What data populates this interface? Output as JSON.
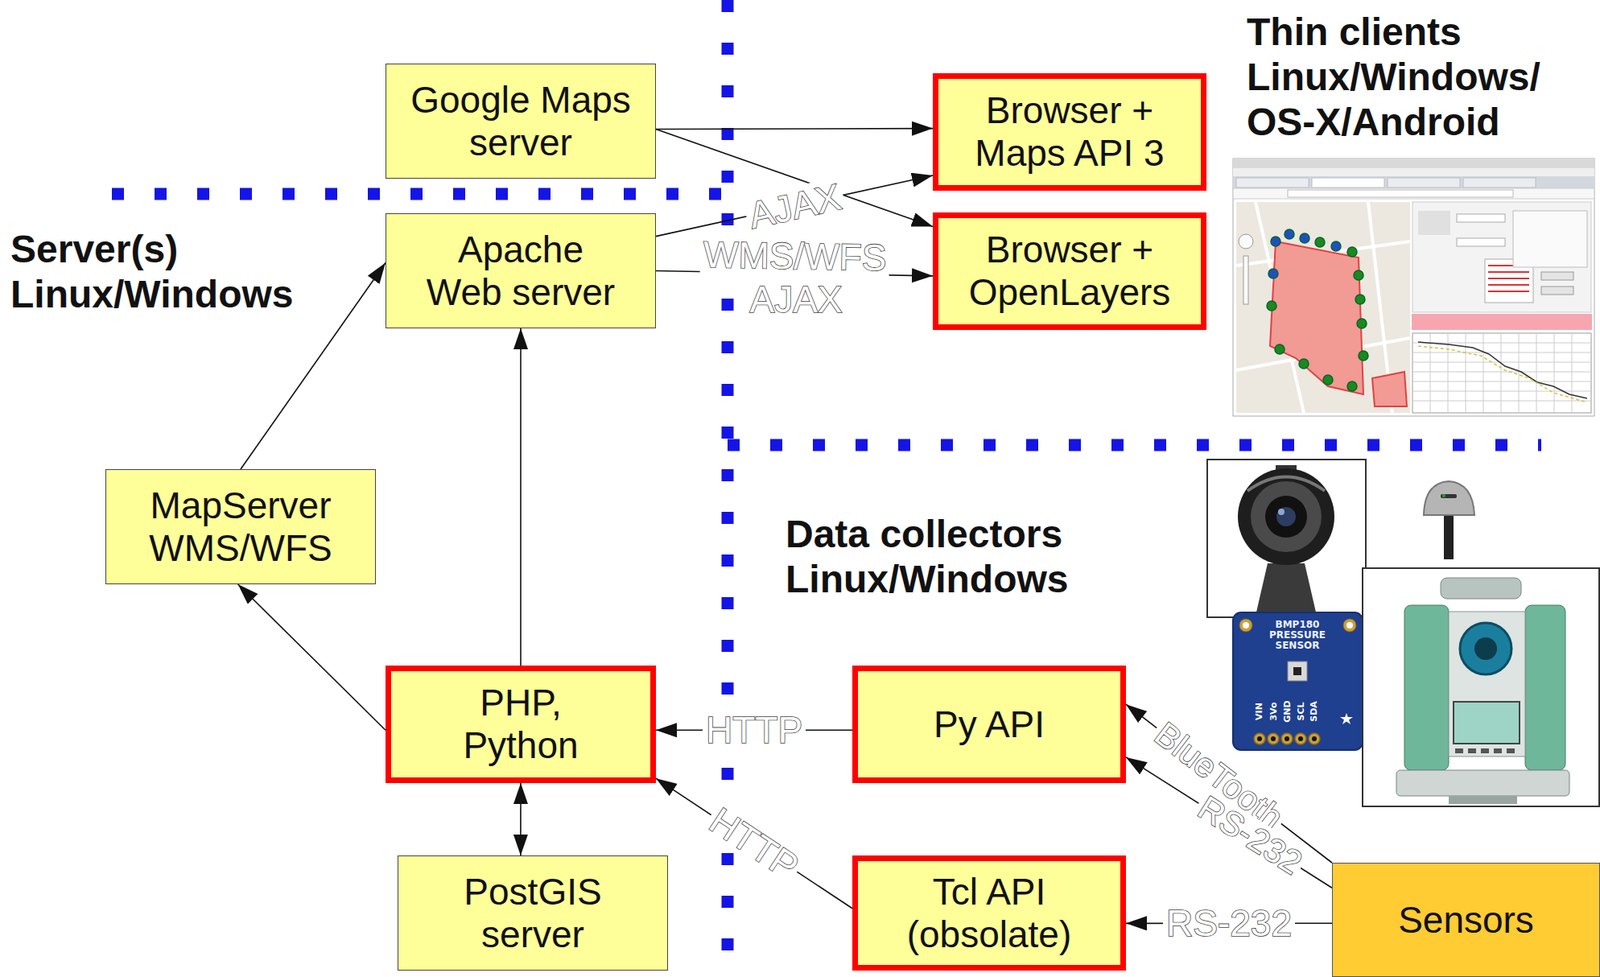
{
  "diagram": {
    "nodes": [
      {
        "text": [
          "Google Maps server"
        ]
      },
      {
        "text": [
          "Browser + Maps API 3"
        ]
      },
      {
        "text": [
          "Apache Web server"
        ]
      },
      {
        "text": [
          "Browser + OpenLayers"
        ]
      },
      {
        "text": [
          "MapServer WMS/WFS"
        ]
      },
      {
        "text": [
          "PHP, Python"
        ]
      },
      {
        "text": [
          "Py API"
        ]
      },
      {
        "text": [
          "PostGIS server"
        ]
      },
      {
        "text": [
          "Tcl API (obsolate)"
        ]
      },
      {
        "text": [
          "Sensors"
        ]
      }
    ],
    "edges": [
      {
        "from": 0,
        "to": 1,
        "arrow": "to"
      },
      {
        "from": 0,
        "to": 3,
        "arrow": "to"
      },
      {
        "from": 2,
        "to": 1,
        "label": "AJAX",
        "arrow": "to"
      },
      {
        "from": 2,
        "to": 3,
        "label": "WMS/WFS",
        "arrow": "to"
      },
      {
        "from": 4,
        "to": 2,
        "arrow": "to"
      },
      {
        "from": 5,
        "to": 4,
        "arrow": "to"
      },
      {
        "from": 5,
        "to": 2,
        "arrow": "to"
      },
      {
        "from": 5,
        "to": 7,
        "arrow": "both"
      },
      {
        "from": 6,
        "to": 5,
        "label": "HTTP",
        "arrow": "to"
      },
      {
        "from": 8,
        "to": 5,
        "label": "HTTP",
        "arrow": "to"
      },
      {
        "from": 9,
        "to": 6,
        "label": "BlueTooth",
        "arrow": "to"
      },
      {
        "from": 9,
        "to": 6,
        "label": "RS-232",
        "arrow": "to"
      },
      {
        "from": 9,
        "to": 8,
        "label": "RS-232",
        "arrow": "to"
      }
    ],
    "labels": [
      "Thin clients Linux/Windows/ OS-X/Android",
      "Server(s) Linux/Windows",
      "Data collectors Linux/Windows",
      "AJAX",
      "BMP180 PRESSURE SENSOR",
      "VIN",
      "3Vo",
      "GND",
      "SCL",
      "SDA"
    ]
  }
}
